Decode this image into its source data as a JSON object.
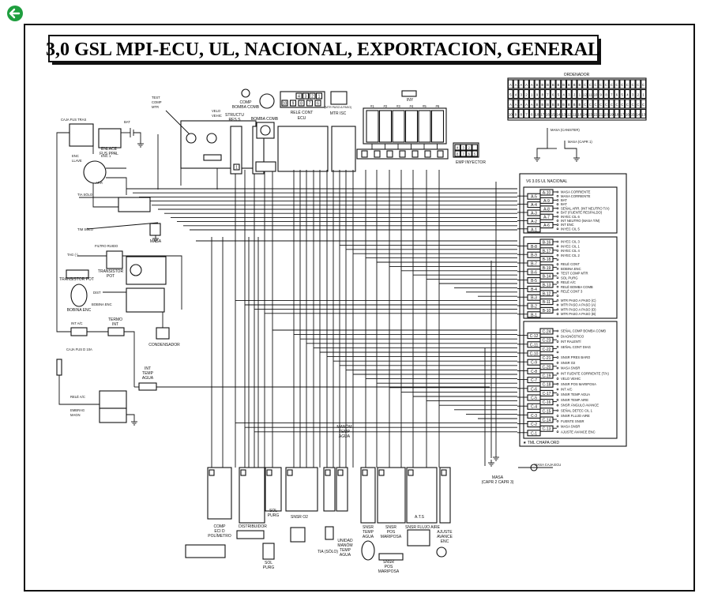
{
  "nav": {
    "back_icon": "arrow-left-circle-icon",
    "back_color": "#1e9e3e"
  },
  "title": "3,0 GSL MPI-ECU, UL, NACIONAL, EXPORTACION, GENERAL",
  "ordenador": {
    "label": "ORDENADOR",
    "top_letters": [
      "A",
      "A",
      "A",
      "A",
      "A",
      "B",
      "B",
      "B",
      "B",
      "B",
      "B",
      "B",
      "B",
      "B",
      "C",
      "C",
      "C",
      "C",
      "C",
      "C",
      "C",
      "C",
      "C",
      "C",
      "C",
      "C"
    ],
    "top_numbers": [
      "5",
      "4",
      "3",
      "2",
      "1",
      "9",
      "8",
      "7",
      "6",
      "5",
      "4",
      "3",
      "2",
      "1",
      "12",
      "11",
      "10",
      "9",
      "8",
      "7",
      "6",
      "5",
      "4",
      "3",
      "2",
      "1"
    ],
    "bottom_letters": [
      "A",
      "A",
      "A",
      "A",
      "A",
      "B",
      "B",
      "B",
      "B",
      "B",
      "B",
      "B",
      "B",
      "B",
      "C",
      "C",
      "C",
      "C",
      "C",
      "C",
      "C",
      "C",
      "C",
      "C",
      "C",
      "C"
    ],
    "bottom_numbers": [
      "10",
      "9",
      "8",
      "7",
      "6",
      "18",
      "17",
      "16",
      "15",
      "14",
      "13",
      "12",
      "11",
      "10",
      "24",
      "23",
      "22",
      "21",
      "20",
      "19",
      "18",
      "17",
      "16",
      "15",
      "14",
      "13"
    ]
  },
  "masa": {
    "canister": "MASA (CANISTER)",
    "capr1": "MASA (CAPR 1)",
    "caja_ecu": "MASA CAJA ECU",
    "capr23": [
      "MASA",
      "(CAPR 2 CAPR 3)"
    ]
  },
  "ecu": {
    "title": "V6 3.0S UL NACIONAL",
    "a_left": [
      "A-5",
      "A-4",
      "A-3",
      "A-2",
      "A-1"
    ],
    "a_right": [
      "A-10",
      "A-9",
      "A-8",
      "A-7",
      "A-6"
    ],
    "a_labels": [
      "MASA CORRIENTE",
      "MASA CORRIENTE",
      "BAT",
      "BAT",
      "SEÑAL ARR. (INT NEUTRO T/A)",
      "BAT (FUENTE RESPALDO)",
      "INYEC CIL 6",
      "INT NEUTRO (MASA T/M)",
      "INT ENC",
      "INYEC CIL 5"
    ],
    "b_left": [
      "B-8",
      "B-9",
      "B-7",
      "B-6",
      "B-5",
      "B-4",
      "B-3",
      "B-2",
      "B-1"
    ],
    "b_right": [
      "B-16",
      "B-17",
      "B-18",
      "B-19",
      "B-14",
      "B-13",
      "B-12",
      "B-11",
      "B-10"
    ],
    "b_labels": [
      "INYEC CIL 3",
      "INYEC CIL 1",
      "INYEC CIL 4",
      "INYEC CIL 2",
      "",
      "RELÉ CONT",
      "BOBINA ENC",
      "TEST COMP MTR",
      "SOL PURG",
      "RELÉ A/C",
      "RELÉ BOMBA COMB",
      "RELÉ CONT 3",
      "",
      "MTR PASO A PASO (C)",
      "MTR PASO A PASO (A)",
      "MTR PASO A PASO (D)",
      "MTR PASO A PASO (B)"
    ],
    "c_left": [
      "C-12",
      "C-11",
      "C-10",
      "C-9",
      "C-8",
      "C-7",
      "C-6",
      "C-5",
      "C-4",
      "C-3",
      "C-2",
      "C-1"
    ],
    "c_right": [
      "C-24",
      "C-23",
      "C-22",
      "C-21",
      "C-20",
      "C-19",
      "C-18",
      "C-17",
      "C-16",
      "C-15",
      "C-14",
      "C-13"
    ],
    "c_labels": [
      "SEÑAL COMP BOMBA COMB",
      "DIAGNÓSTICO",
      "INT RALENTÍ",
      "SEÑAL CONT DIAG",
      "",
      "SNSR PRES BARO",
      "SNSR O2",
      "MASA SNSR",
      "INT FUENTE CORRIENTE (T/A)",
      "VELO VEHIC",
      "SNSR POS MARIPOSA",
      "INT A/C",
      "SNSR TEMP AGUA",
      "SNSR TEMP AIRE",
      "SNSR ÁNGULO AVANCE",
      "SEÑAL DETEC CIL 1",
      "SNSR FLUJO AIRE",
      "FUENTE SNSR",
      "MASA SNSR",
      "AJUSTE AVANCE ENC"
    ],
    "footnote": "★ TML CHAPA ORD"
  },
  "left": {
    "caja_fus_tras": "CAJA FUS TRAS",
    "bat": "BAT",
    "enlace": [
      "ENLACE",
      "FUS PPAL"
    ],
    "enc_llave": [
      "ENC",
      "LLAVE"
    ],
    "enc1": "ENC 1",
    "arr": "ARR",
    "tia_solo": "TIA SÓLO",
    "tim_solo": "TIM SÓLO",
    "masa": "MASA",
    "filtro": "FILTRO RUIDO",
    "tag": "TAG (-)",
    "transistor": [
      "TRANSISTOR",
      "POT"
    ],
    "transistor_conn": "TRANSISTOR POT",
    "bobina_enc": "BOBINA ENC",
    "bobina_enc_conn": "BOBINA ENC",
    "dist": "DIST",
    "condensador": "CONDENSADOR",
    "int_ac": "INT A/C",
    "termo": [
      "TERMO",
      "INT"
    ],
    "caja_fus_d": "CAJA FUS D 10A",
    "int_temp": [
      "INT",
      "TEMP",
      "AGUA"
    ],
    "rele_ac": "RELÉ A/C",
    "embrag": [
      "EMBRAG",
      "MAGN"
    ]
  },
  "top": {
    "test_comp": [
      "TEST",
      "COMP",
      "MTR"
    ],
    "velo": [
      "VELO",
      "VEHIC"
    ],
    "structu": [
      "STRUCTU",
      "RES S"
    ],
    "comp_bomba": [
      "COMP",
      "BOMBA COMB"
    ],
    "bomba": "BOMBA COMB",
    "rele_cont": [
      "RELÉ CONT",
      "ECU"
    ],
    "rele_conn_top": [
      "4",
      "3",
      "2",
      "1"
    ],
    "rele_conn_bot": [
      "10",
      "9",
      "8",
      "7",
      "6"
    ],
    "mtr_isc": "MTR ISC",
    "mtr_paso": "(MTR PASO A PASO)",
    "iny": "INY",
    "cyl": [
      "#1",
      "#2",
      "#3",
      "#4",
      "#5",
      "#6"
    ],
    "emp_iny": "EMP INYECTOR",
    "emp_iny_pins": [
      "4",
      "3",
      "2",
      "",
      "8",
      "7",
      "6",
      "5"
    ]
  },
  "bottom": {
    "comp_eci": [
      "COMP",
      "ECI D",
      "POLÍMETRO"
    ],
    "distribuidor": "DISTRIBUIDOR",
    "sol_purg": [
      "SOL",
      "PURG"
    ],
    "snsr_o2": "SNSR O2",
    "tia_solo": "TIA (SÓLO)",
    "unidad": [
      "UNIDAD",
      "MANÓM",
      "TEMP",
      "AGUA"
    ],
    "manom": [
      "MANÓM",
      "TEMP",
      "AGUA"
    ],
    "snsr_temp": [
      "SNSR",
      "TEMP",
      "AGUA"
    ],
    "snsr_pos": [
      "SNSR",
      "POS",
      "MARIPOSA"
    ],
    "snsr_flujo": "SNSR FLUJO AIRE",
    "ats": "A.T.S",
    "ajuste": [
      "AJUSTE",
      "AVANCE",
      "ENC"
    ]
  }
}
